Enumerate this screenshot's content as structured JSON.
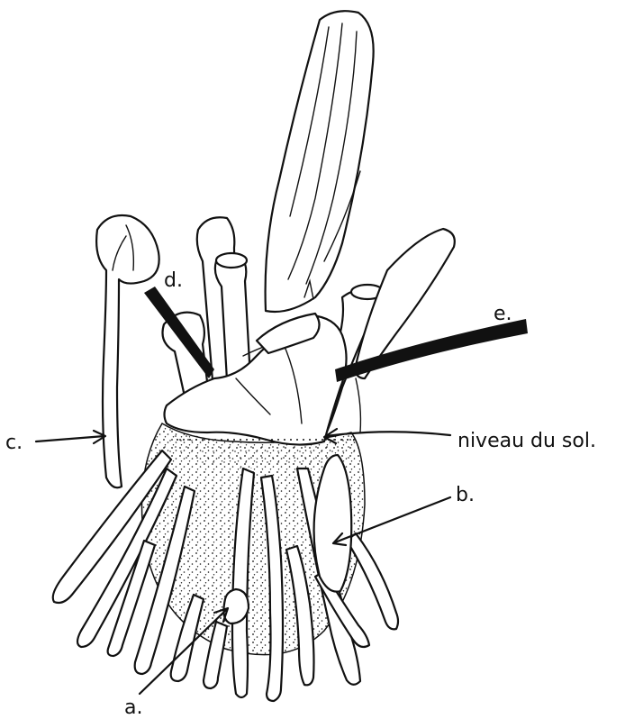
{
  "labels": {
    "a": "a.",
    "b": "b.",
    "c": "c.",
    "d": "d.",
    "e": "e.",
    "ground": "niveau du sol."
  },
  "colors": {
    "ink": "#111111",
    "paper": "#ffffff"
  }
}
